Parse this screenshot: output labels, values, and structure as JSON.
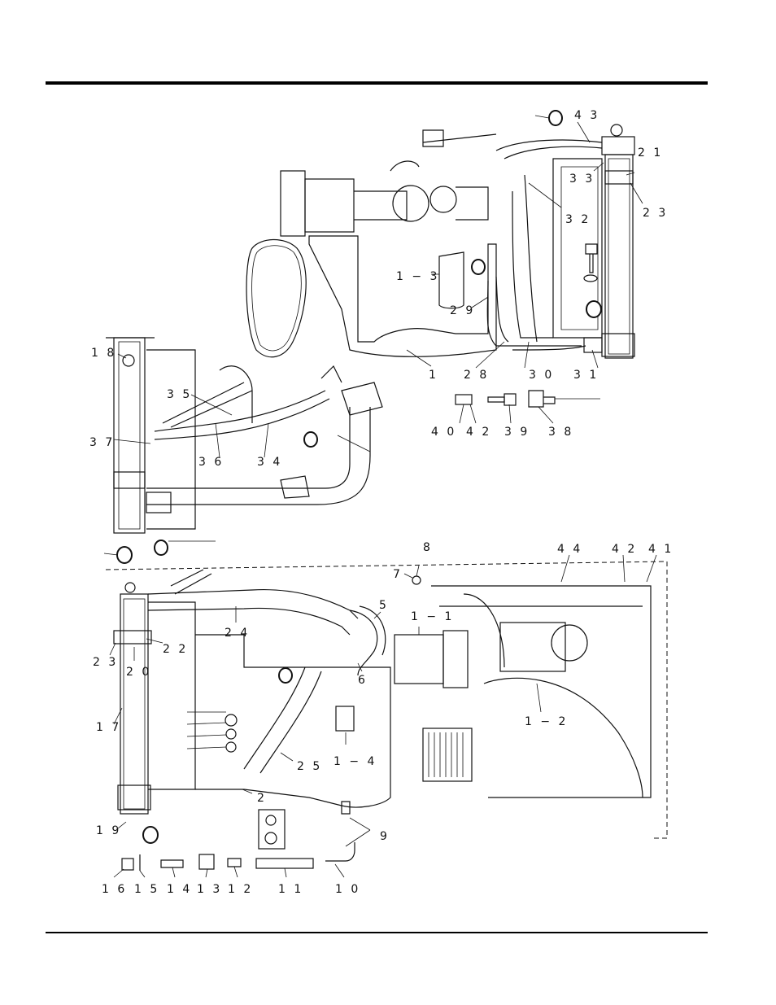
{
  "callouts": {
    "c43": "4 3",
    "c33": "3 3",
    "c21a": "2 1",
    "c23a": "2 3",
    "c32": "3 2",
    "c1_3": "1 − 3",
    "c29": "2 9",
    "c1": "1",
    "c28": "2 8",
    "c30": "3 0",
    "c31": "3 1",
    "c18": "1 8",
    "c35": "3 5",
    "c37": "3 7",
    "c36": "3 6",
    "c34": "3 4",
    "c40": "4 0",
    "c42a": "4 2",
    "c39": "3 9",
    "c38": "3 8",
    "c8": "8",
    "c7": "7",
    "c44": "4 4",
    "c42b": "4 2",
    "c41": "4 1",
    "c5": "5",
    "c1_1": "1 − 1",
    "c24": "2 4",
    "c23b": "2 3",
    "c22": "2 2",
    "c20": "2 0",
    "c6": "6",
    "c17": "1 7",
    "c1_2": "1 − 2",
    "c1_4": "1 − 4",
    "c25": "2 5",
    "c2": "2",
    "c19": "1 9",
    "c9": "9",
    "c16": "1 6",
    "c15": "1 5",
    "c14": "1 4",
    "c13": "1 3",
    "c12": "1 2",
    "c11": "1 1",
    "c10": "1 0"
  }
}
